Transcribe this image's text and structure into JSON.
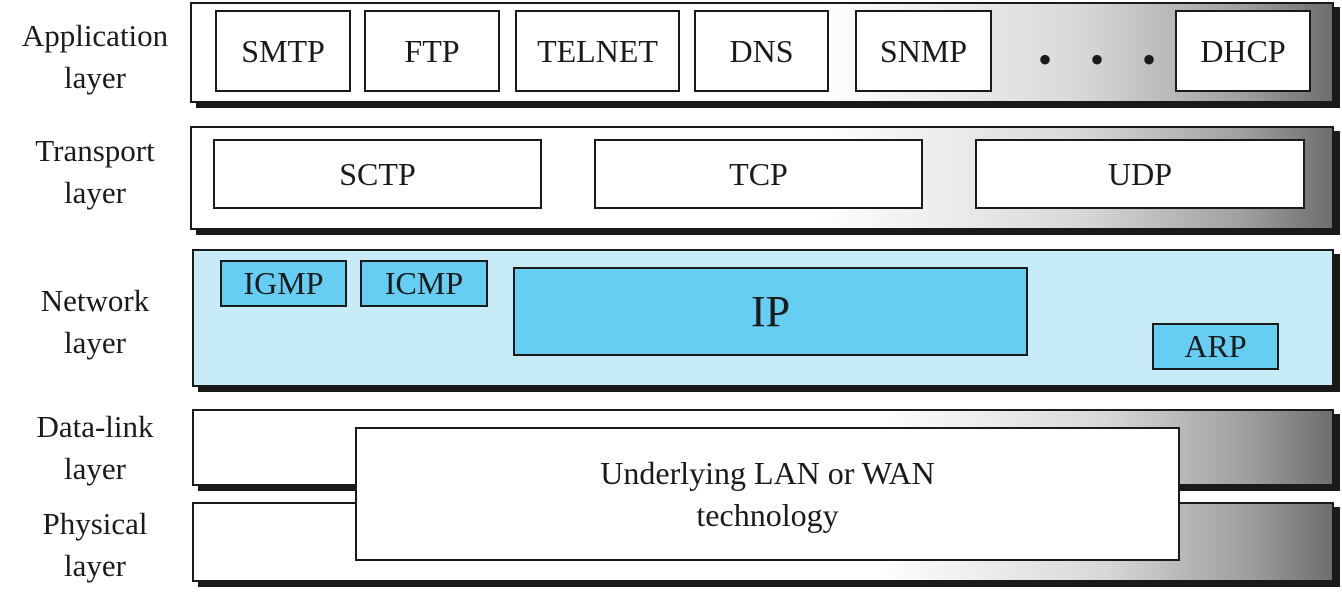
{
  "layers": {
    "application": {
      "line1": "Application",
      "line2": "layer"
    },
    "transport": {
      "line1": "Transport",
      "line2": "layer"
    },
    "network": {
      "line1": "Network",
      "line2": "layer"
    },
    "datalink": {
      "line1": "Data-link",
      "line2": "layer"
    },
    "physical": {
      "line1": "Physical",
      "line2": "layer"
    }
  },
  "application_protocols": [
    "SMTP",
    "FTP",
    "TELNET",
    "DNS",
    "SNMP",
    "DHCP"
  ],
  "ellipsis": "• • •",
  "transport_protocols": [
    "SCTP",
    "TCP",
    "UDP"
  ],
  "network_protocols": {
    "igmp": "IGMP",
    "icmp": "ICMP",
    "ip": "IP",
    "arp": "ARP"
  },
  "underlying": {
    "line1": "Underlying LAN or WAN",
    "line2": "technology"
  },
  "colors": {
    "network_fill": "#c8ebf8",
    "network_box": "#66cdf3",
    "outline": "#1a1a1a"
  }
}
